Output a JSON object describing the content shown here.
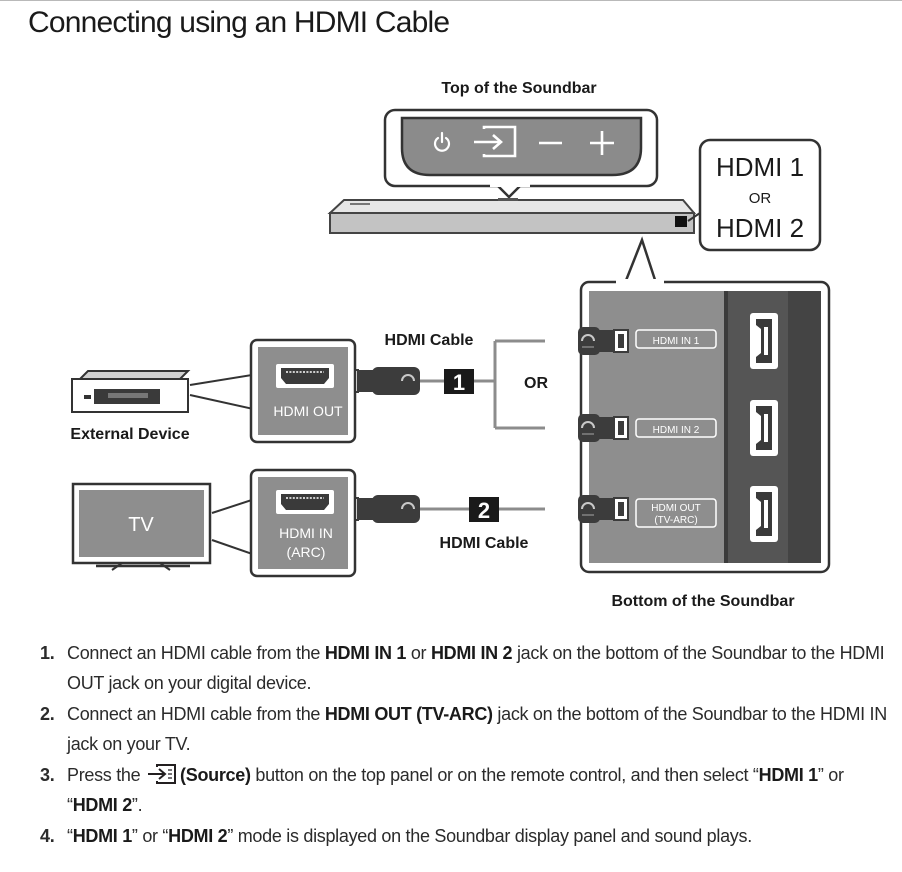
{
  "title": "Connecting using an HDMI Cable",
  "diagram": {
    "top_label": "Top of the Soundbar",
    "bottom_label": "Bottom of the Soundbar",
    "display_callout": {
      "line1": "HDMI 1",
      "or": "OR",
      "line2": "HDMI 2"
    },
    "external_device_label": "External Device",
    "tv_label": "TV",
    "port_hdmi_out": "HDMI OUT",
    "port_hdmi_in_arc_line1": "HDMI IN",
    "port_hdmi_in_arc_line2": "(ARC)",
    "cable_label_top": "HDMI Cable",
    "cable_label_bottom": "HDMI Cable",
    "cable_number_1": "1",
    "cable_number_2": "2",
    "or_label": "OR",
    "soundbar_ports": {
      "hdmi_in_1": "HDMI IN 1",
      "hdmi_in_2": "HDMI IN 2",
      "hdmi_out_line1": "HDMI OUT",
      "hdmi_out_line2": "(TV-ARC)"
    },
    "top_panel_icons": [
      "power-icon",
      "source-icon",
      "volume-down-icon",
      "volume-up-icon"
    ]
  },
  "steps": [
    {
      "number": "1.",
      "t1": "Connect an HDMI cable from the ",
      "b1": "HDMI IN 1",
      "t2": " or ",
      "b2": "HDMI IN 2",
      "t3": " jack on the bottom of the Soundbar to the HDMI OUT jack on your digital device."
    },
    {
      "number": "2.",
      "t1": "Connect an HDMI cable from the ",
      "b1": "HDMI OUT (TV-ARC)",
      "t2": " jack on the bottom of the Soundbar to the HDMI IN jack on your TV."
    },
    {
      "number": "3.",
      "t1": "Press the ",
      "b1": "(Source)",
      "t2": " button on the top panel or on the remote control, and then select “",
      "b2": "HDMI 1",
      "t3": "” or “",
      "b3": "HDMI 2",
      "t4": "”."
    },
    {
      "number": "4.",
      "t0": "“",
      "b1": "HDMI 1",
      "t1": "” or “",
      "b2": "HDMI 2",
      "t2": "” mode is displayed on the Soundbar display panel and sound plays."
    }
  ]
}
